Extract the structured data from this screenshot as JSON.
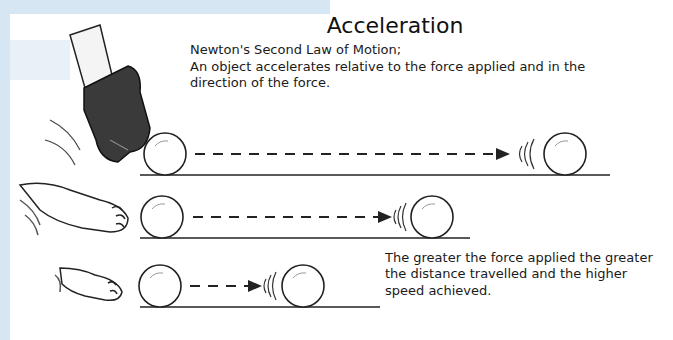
{
  "diagram": {
    "title": "Acceleration",
    "labels": [
      "Newton's Second Law of Motion;",
      "An object accelerates relative to the force applied and in the direction of the force.",
      "The greater the force applied the greater the distance travelled and the higher speed achieved."
    ]
  }
}
